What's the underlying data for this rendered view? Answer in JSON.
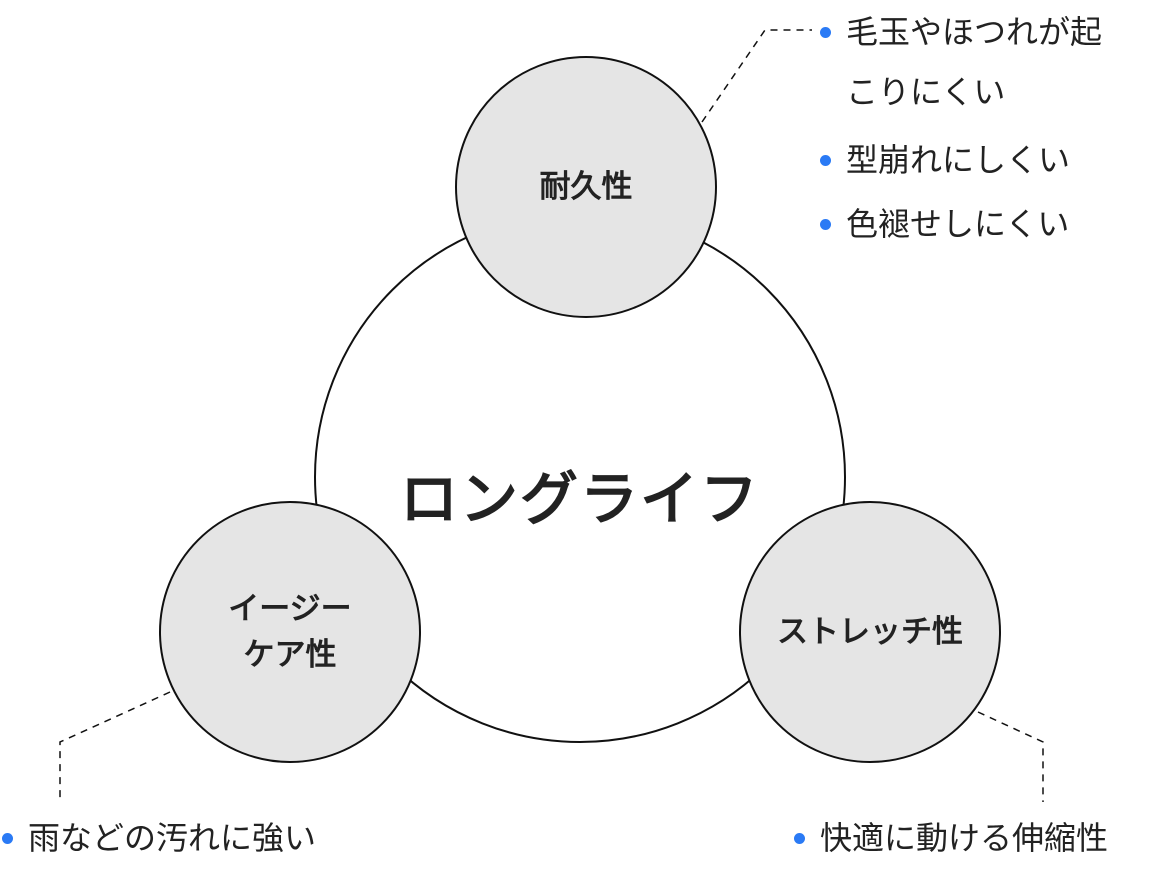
{
  "center": {
    "title": "ロングライフ"
  },
  "nodes": {
    "durability": {
      "label": "耐久性",
      "bullets": [
        "毛玉やほつれが起こりにくい",
        "型崩れにしくい",
        "色褪せしにくい"
      ]
    },
    "easy_care": {
      "label_line1": "イージー",
      "label_line2": "ケア性",
      "bullets": [
        "雨などの汚れに強い"
      ]
    },
    "stretch": {
      "label": "ストレッチ性",
      "bullets": [
        "快適に動ける伸縮性"
      ]
    }
  },
  "colors": {
    "bullet": "#2a7af5",
    "node_fill": "#e5e5e5",
    "stroke": "#111111"
  }
}
